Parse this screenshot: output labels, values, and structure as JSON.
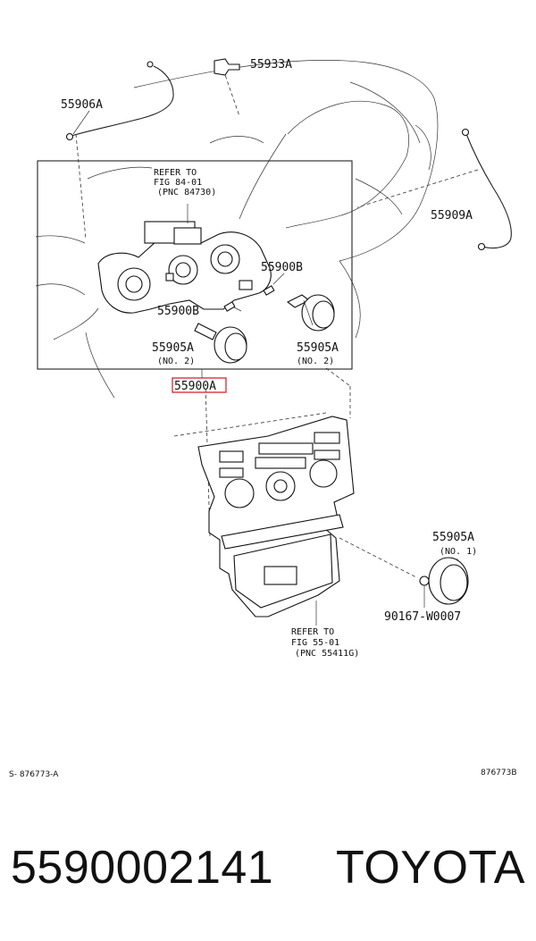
{
  "diagram": {
    "labels": {
      "p55933a": "55933A",
      "p55906a": "55906A",
      "p55909a": "55909A",
      "refer_a_1": "REFER TO",
      "refer_a_2": "FIG 84-01",
      "refer_a_3": "(PNC 84730)",
      "p55900b_upper": "55900B",
      "p55900b_lower": "55900B",
      "p55905a_left": "55905A",
      "no2_left": "(NO. 2)",
      "p55905a_right": "55905A",
      "no2_right": "(NO. 2)",
      "p55900a": "55900A",
      "p55905a_lower": "55905A",
      "no1": "(NO. 1)",
      "p90167": "90167-W0007",
      "refer_b_1": "REFER TO",
      "refer_b_2": "FIG 55-01",
      "refer_b_3": "(PNC 55411G)",
      "code_left": "S- 876773-A",
      "code_right": "876773B"
    },
    "highlight_color": "#d8262e"
  },
  "footer": {
    "part_number": "5590002141",
    "brand": "TOYOTA"
  }
}
